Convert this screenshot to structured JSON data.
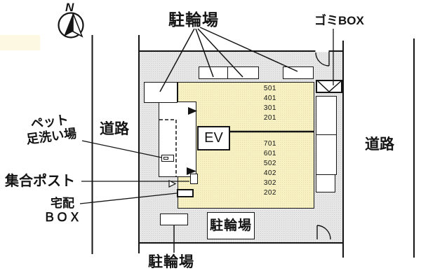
{
  "plan": {
    "compass_label": "N",
    "labels": {
      "bike_parking_top": "駐輪場",
      "garbage_box": "ゴミBOX",
      "road_left": "道路",
      "road_right": "道路",
      "pet_wash_line1": "ペット",
      "pet_wash_line2": "足洗い場",
      "mail_post": "集合ポスト",
      "delivery_line1": "宅配",
      "delivery_line2": "ＢＯＸ",
      "bike_parking_boxed": "駐輪場",
      "bike_parking_bottom": "駐輪場",
      "elevator": "EV"
    },
    "units": {
      "upper": [
        "501",
        "401",
        "301",
        "201"
      ],
      "lower": [
        "701",
        "601",
        "502",
        "402",
        "302",
        "202"
      ]
    },
    "colors": {
      "floor": "#f6f0c2",
      "site": "#e6e6e6",
      "line": "#141414"
    }
  }
}
